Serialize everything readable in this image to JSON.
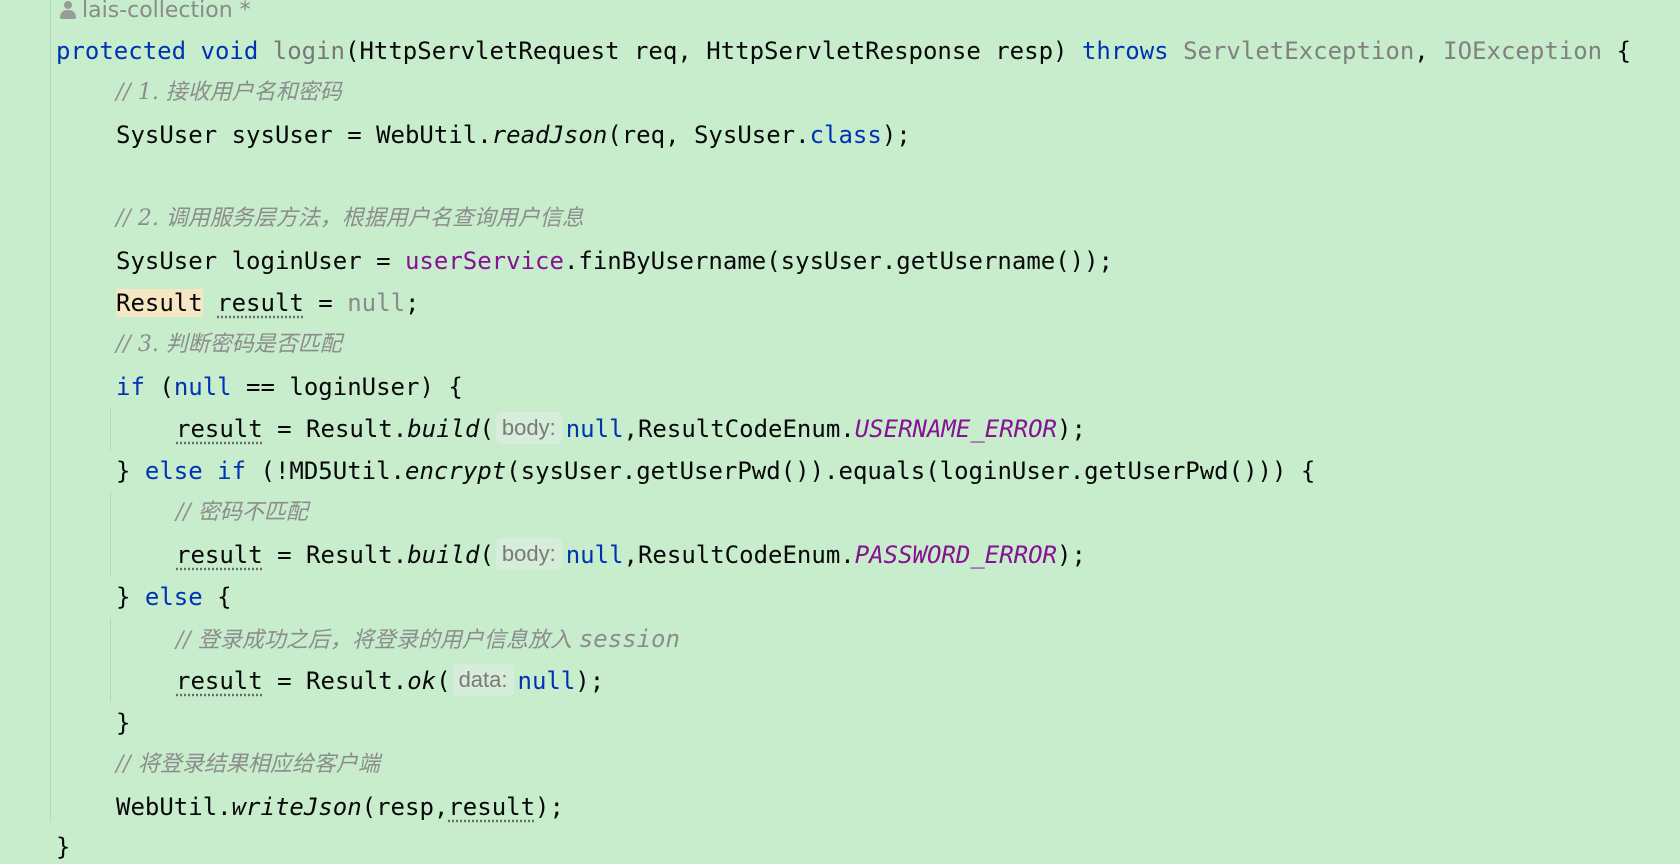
{
  "header": {
    "author": "lais-collection *",
    "author_icon": "person-icon"
  },
  "code": {
    "signature": {
      "modifier": "protected",
      "return_type": "void",
      "method": "login",
      "params": "(HttpServletRequest req, HttpServletResponse resp) ",
      "throws_kw": "throws",
      "exc1": "ServletException",
      "sep": ", ",
      "exc2": "IOException",
      "tail": " {"
    },
    "comment1": "// 1. 接收用户名和密码",
    "line_read": {
      "pre": "SysUser sysUser = WebUtil.",
      "call": "readJson",
      "args": "(req, SysUser.",
      "kw": "class",
      "end": ");"
    },
    "comment2": "// 2. 调用服务层方法，根据用户名查询用户信息",
    "line_find": {
      "pre": "SysUser loginUser = ",
      "field": "userService",
      "rest": ".finByUsername(sysUser.getUsername());"
    },
    "line_result": {
      "type": "Result",
      "space": " ",
      "var": "result",
      "eq": " = ",
      "null": "null",
      "end": ";"
    },
    "comment3": "// 3. 判断密码是否匹配",
    "line_if": {
      "kw": "if",
      "open": " (",
      "null": "null",
      "rest": " == loginUser) {"
    },
    "line_build1": {
      "var": "result",
      "pre": " = Result.",
      "call": "build",
      "paren": "(",
      "hint": "body:",
      "null": "null",
      "comma": ",ResultCodeEnum.",
      "const": "USERNAME_ERROR",
      "end": ");"
    },
    "line_elseif": {
      "brace": "} ",
      "kw_else": "else",
      "space": " ",
      "kw_if": "if",
      "pre": " (!MD5Util.",
      "call": "encrypt",
      "rest": "(sysUser.getUserPwd()).equals(loginUser.getUserPwd())) {"
    },
    "comment4": "// 密码不匹配",
    "line_build2": {
      "var": "result",
      "pre": " = Result.",
      "call": "build",
      "paren": "(",
      "hint": "body:",
      "null": "null",
      "comma": ",ResultCodeEnum.",
      "const": "PASSWORD_ERROR",
      "end": ");"
    },
    "line_else": {
      "brace": "} ",
      "kw": "else",
      "rest": " {"
    },
    "comment5": "// 登录成功之后，将登录的用户信息放入 ",
    "comment5_tail": "session",
    "line_ok": {
      "var": "result",
      "pre": " = Result.",
      "call": "ok",
      "paren": "(",
      "hint": "data:",
      "null": "null",
      "end": ");"
    },
    "close_if": "}",
    "comment6": "// 将登录结果相应给客户端",
    "line_write": {
      "pre": "WebUtil.",
      "call": "writeJson",
      "args": "(resp,",
      "var": "result",
      "end": ");"
    },
    "close_method": "}"
  }
}
